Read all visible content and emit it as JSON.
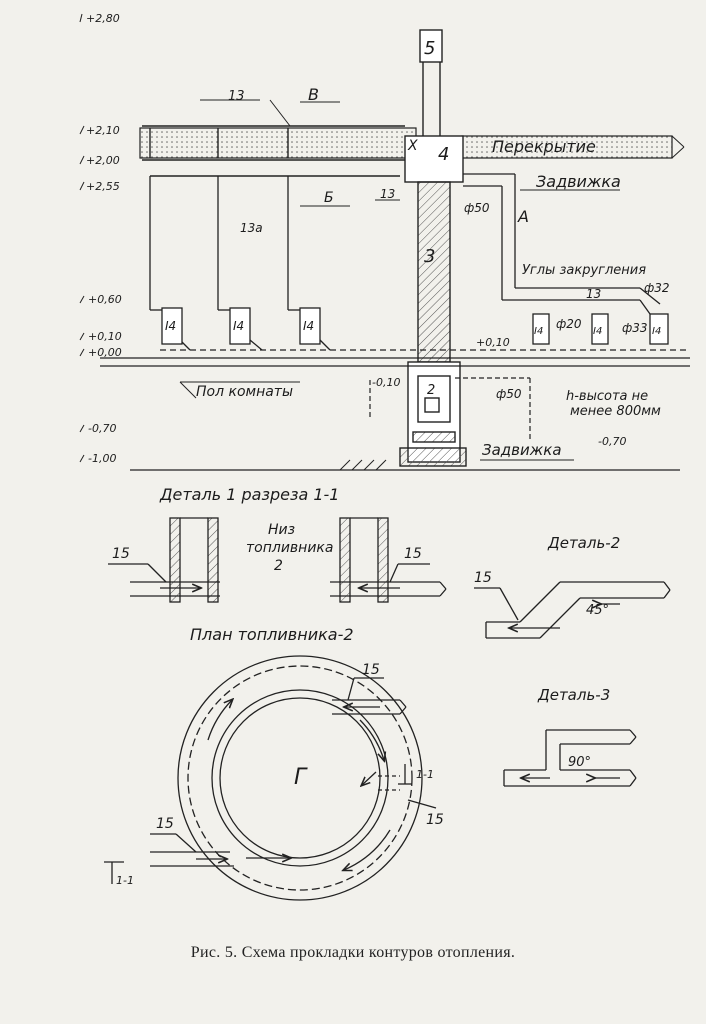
{
  "caption": "Рис. 5. Схема прокладки контуров отопления.",
  "section": {
    "elevations": {
      "top": "+2,80",
      "ceil_top": "+2,10",
      "ceil_bottom": "+2,00",
      "main_b": "+2,55",
      "rad_top": "+0,60",
      "rad_low": "+0,10",
      "floor": "+0,00",
      "furnace_low": "-0,10",
      "minus_070": "-0,70",
      "minus_070_right": "-0,70",
      "minus_100": "-1,00",
      "return_010": "+0,10"
    },
    "pipes": {
      "b": "В",
      "b2": "Б",
      "a": "А",
      "n13_top": "13",
      "n13_mid": "13",
      "n13a": "13а",
      "n13_right": "13",
      "n4": "4"
    },
    "labels": {
      "ceiling": "Перекрытие",
      "valve_top": "Задвижка",
      "slope": "Углы закругления",
      "floor": "Пол комнаты",
      "valve_bottom": "Задвижка",
      "h_line1": "h-высота не",
      "h_line2": "менее 800мм"
    },
    "diameters": {
      "d50_top": "ф50",
      "d32": "ф32",
      "d20": "ф20",
      "d33": "ф33",
      "d50_bottom": "ф50"
    },
    "stack": {
      "chimney": "5",
      "riser": "3",
      "furnace": "2",
      "x": "X"
    },
    "radiators": [
      "I4",
      "I4",
      "I4",
      "I4",
      "I4",
      "I4"
    ],
    "detail1_title": "Деталь 1 разреза 1-1",
    "furnace_bottom_line1": "Низ",
    "furnace_bottom_line2": "топливника",
    "furnace_bottom_line3": "2",
    "pipe_15": "15",
    "detail2_title": "Деталь-2",
    "angle_45": "45°",
    "plan_title": "План топливника-2",
    "plan_center": "Г",
    "section_mark": "1-1",
    "detail3_title": "Деталь-3",
    "angle_90": "90°"
  },
  "colors": {
    "paper": "#f2f1ec",
    "ink": "#1c1c1c"
  }
}
